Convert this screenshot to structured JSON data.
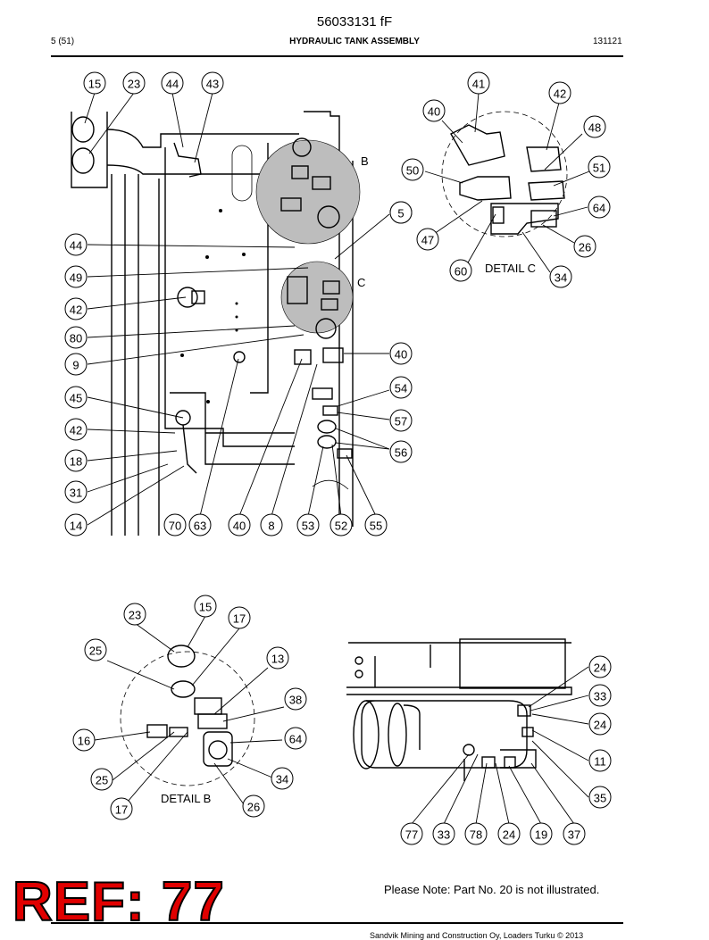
{
  "header": {
    "doc_code": "56033131 fF",
    "page": "5 (51)",
    "title": "HYDRAULIC TANK ASSEMBLY",
    "date": "131121"
  },
  "labels": {
    "detail_b": "DETAIL  B",
    "detail_c": "DETAIL  C",
    "b": "B",
    "c": "C"
  },
  "main_callouts": [
    "15",
    "23",
    "44",
    "43",
    "44",
    "49",
    "42",
    "80",
    "9",
    "45",
    "42",
    "18",
    "31",
    "14",
    "70",
    "63",
    "40",
    "8",
    "53",
    "52",
    "55",
    "5",
    "40",
    "54",
    "57",
    "56"
  ],
  "detail_c_callouts": [
    "41",
    "42",
    "40",
    "48",
    "50",
    "51",
    "64",
    "5",
    "47",
    "26",
    "60",
    "34"
  ],
  "detail_b_callouts": [
    "23",
    "15",
    "17",
    "25",
    "13",
    "38",
    "16",
    "64",
    "25",
    "34",
    "17",
    "26"
  ],
  "lower_right_callouts": [
    "24",
    "33",
    "24",
    "11",
    "35",
    "77",
    "33",
    "78",
    "24",
    "19",
    "37"
  ],
  "note": "Please Note: Part No. 20 is not illustrated.",
  "stamp": "REF: 77",
  "footer": "Sandvik Mining and Construction Oy, Loaders Turku © 2013"
}
